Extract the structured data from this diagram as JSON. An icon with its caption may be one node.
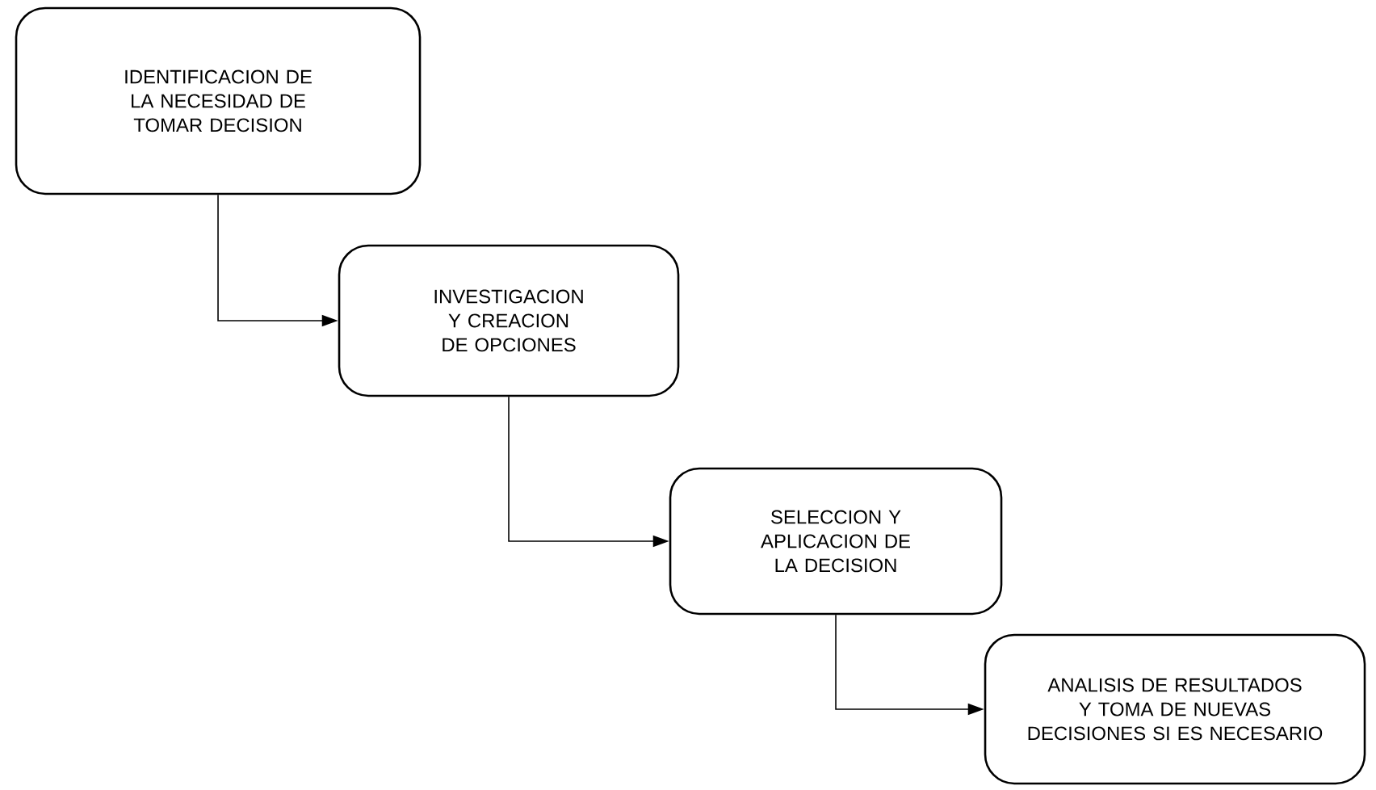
{
  "diagram": {
    "nodes": [
      {
        "text": [
          "IDENTIFICACION DE LA NECESIDAD DE TOMAR DECISION"
        ]
      },
      {
        "text": [
          "INVESTIGACION Y CREACION DE OPCIONES"
        ]
      },
      {
        "text": [
          "SELECCION Y APLICACION DE LA DECISION"
        ]
      },
      {
        "text": [
          "ANALISIS DE RESULTADOS Y TOMA DE NUEVAS DECISIONES SI ES NECESARIO"
        ]
      }
    ],
    "edges": [
      {
        "from": 0,
        "to": 1,
        "arrow": "to"
      },
      {
        "from": 1,
        "to": 2,
        "arrow": "to"
      },
      {
        "from": 2,
        "to": 3,
        "arrow": "to"
      }
    ]
  }
}
